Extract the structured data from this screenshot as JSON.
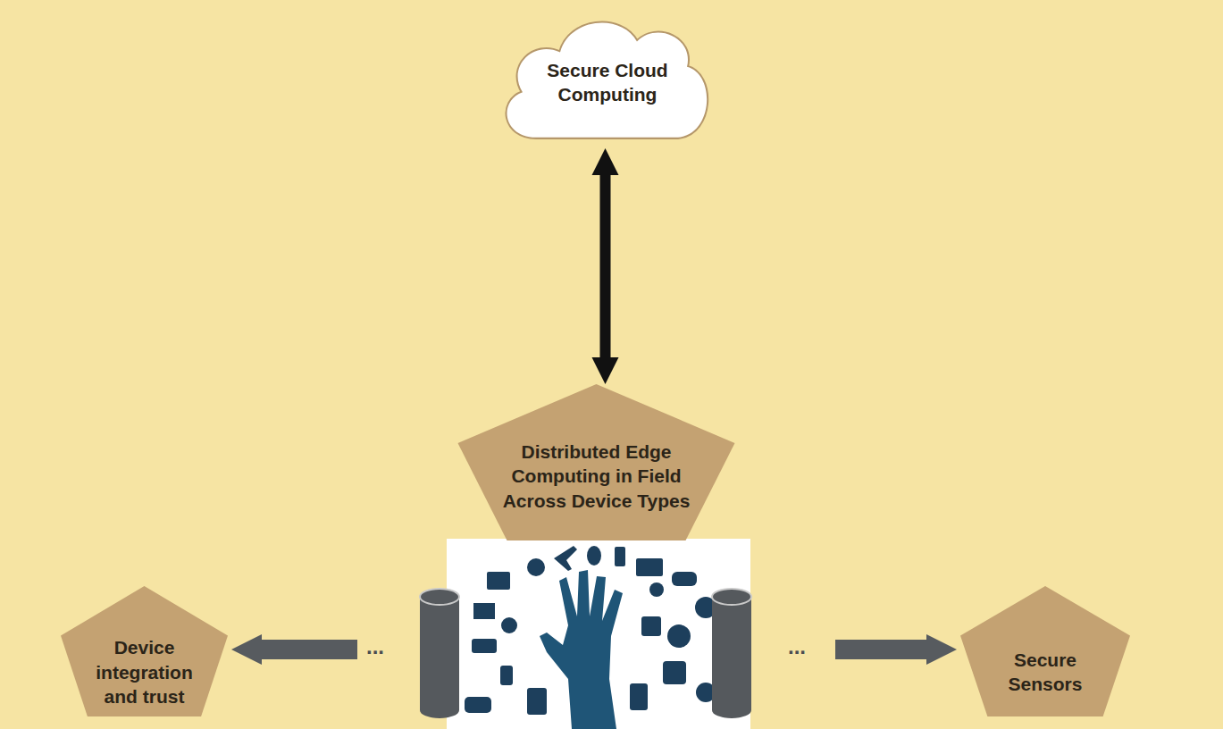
{
  "diagram": {
    "nodes": [
      {
        "text": [
          "Secure Cloud Computing"
        ]
      },
      {
        "text": [
          "Distributed Edge Computing in Field Across Device Types"
        ]
      },
      {
        "text": [
          "Device integration and trust"
        ]
      },
      {
        "text": [
          "Secure Sensors"
        ]
      }
    ],
    "edges": [
      {
        "from": 0,
        "to": 1,
        "arrow": "both"
      },
      {
        "from": 1,
        "to": 2,
        "arrow": "to"
      },
      {
        "from": 1,
        "to": 3,
        "arrow": "to"
      }
    ],
    "labels": [
      "...",
      "..."
    ]
  }
}
